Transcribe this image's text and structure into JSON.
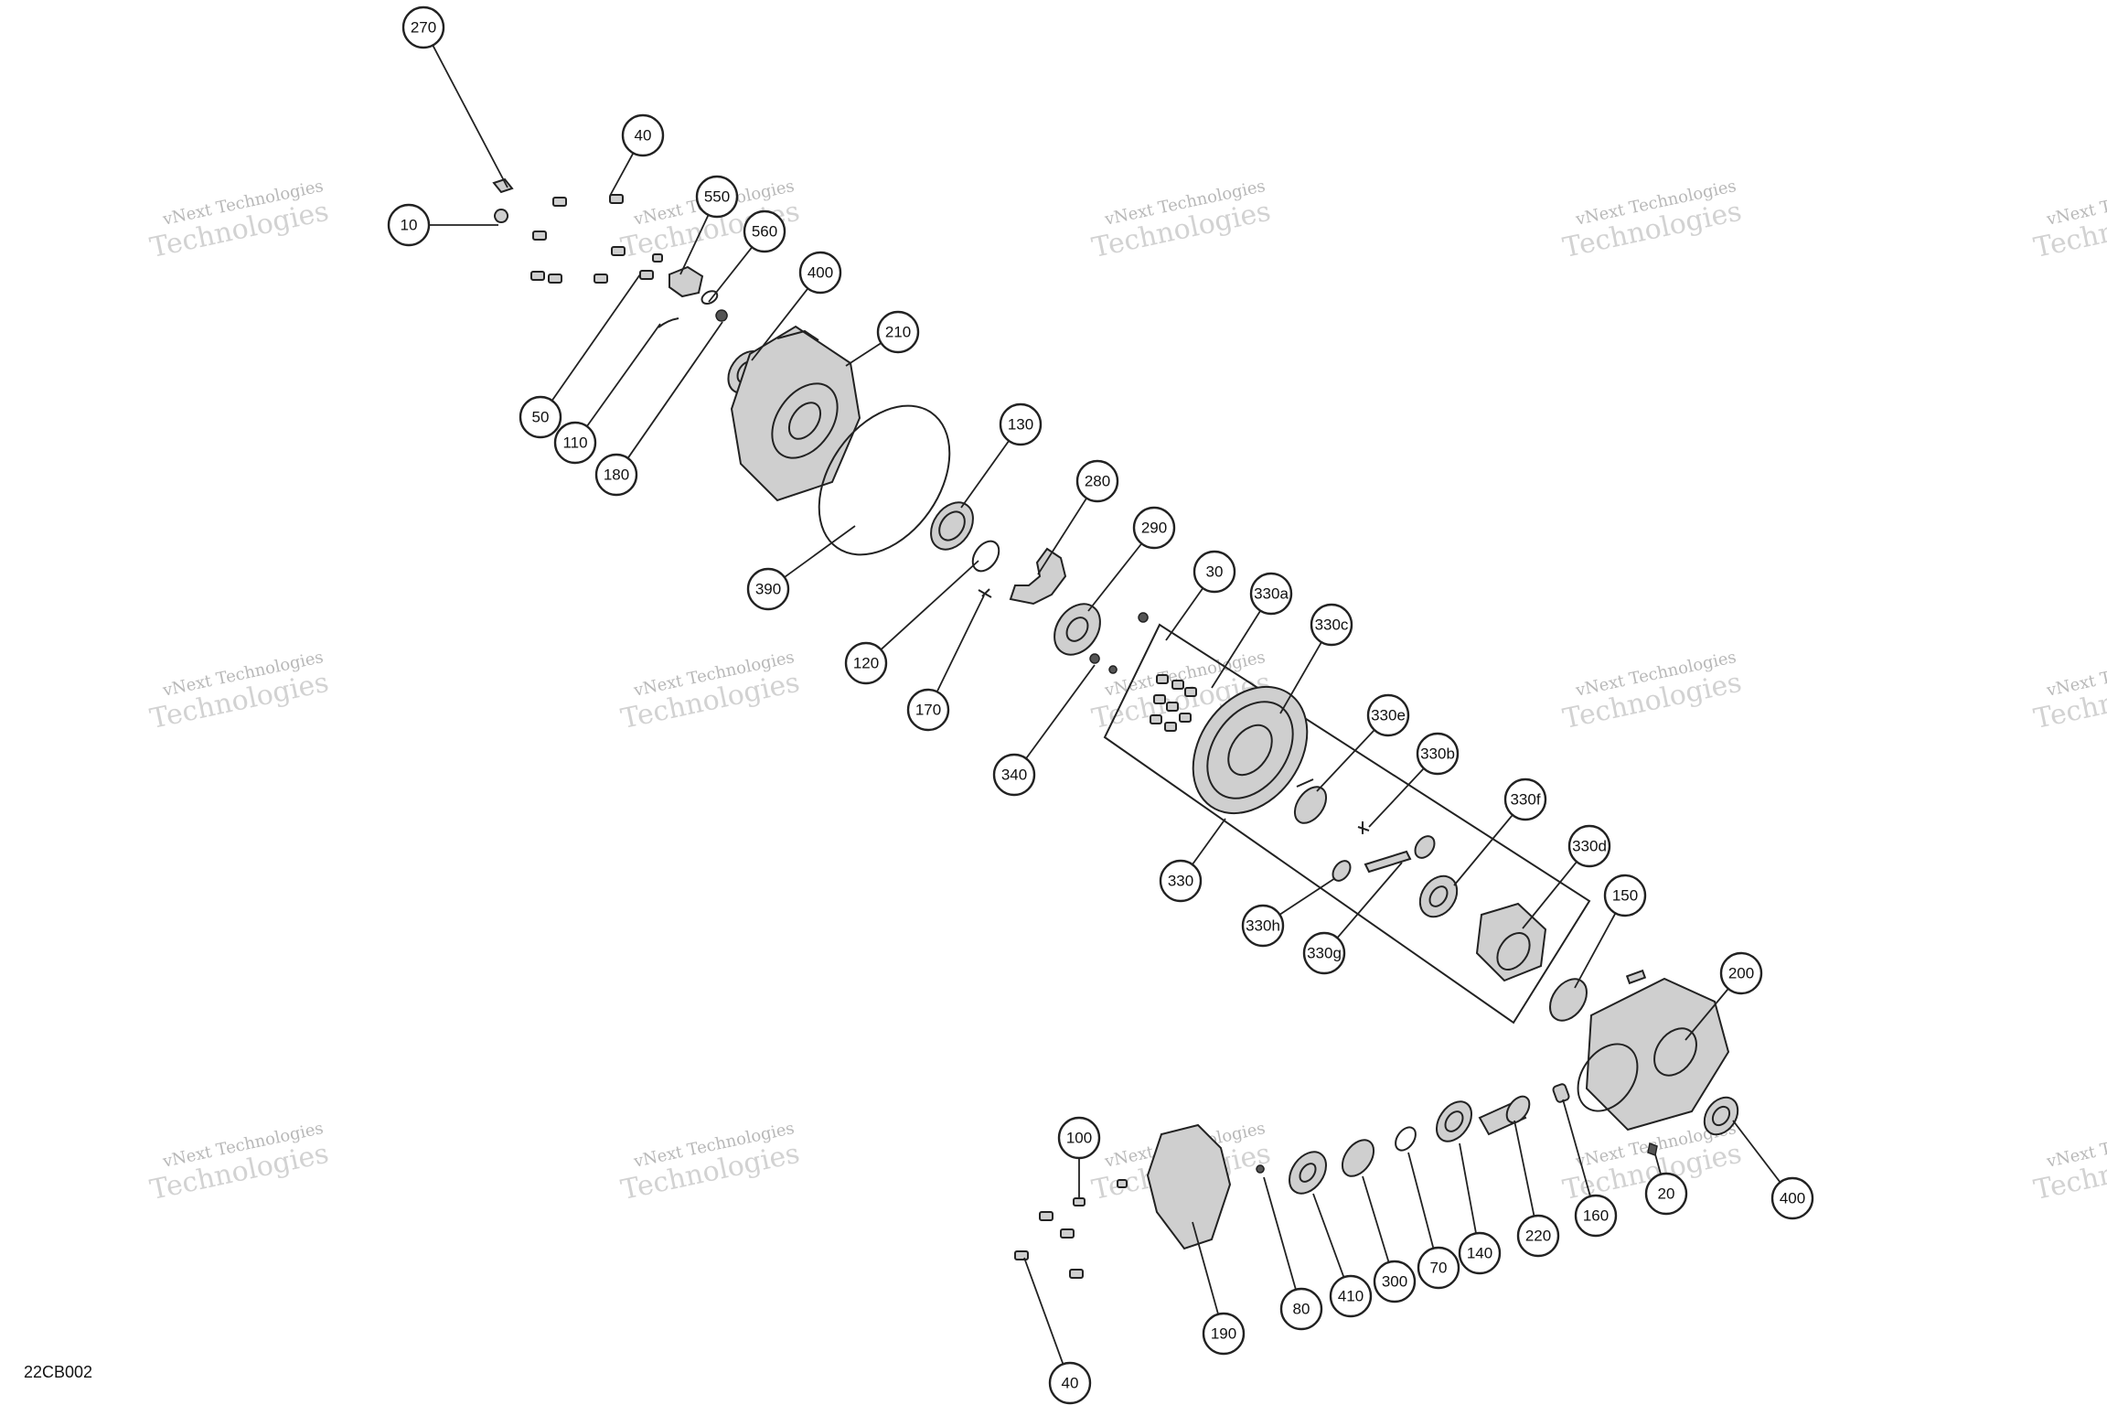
{
  "diagram_code": "22CB002",
  "watermark": {
    "line1": "vNext Technologies",
    "line2": "Technologies"
  },
  "callouts": [
    {
      "label": "270"
    },
    {
      "label": "40"
    },
    {
      "label": "10"
    },
    {
      "label": "550"
    },
    {
      "label": "560"
    },
    {
      "label": "400"
    },
    {
      "label": "210"
    },
    {
      "label": "50"
    },
    {
      "label": "110"
    },
    {
      "label": "180"
    },
    {
      "label": "130"
    },
    {
      "label": "280"
    },
    {
      "label": "290"
    },
    {
      "label": "390"
    },
    {
      "label": "120"
    },
    {
      "label": "170"
    },
    {
      "label": "30"
    },
    {
      "label": "330a"
    },
    {
      "label": "330c"
    },
    {
      "label": "330e"
    },
    {
      "label": "330b"
    },
    {
      "label": "340"
    },
    {
      "label": "330f"
    },
    {
      "label": "330d"
    },
    {
      "label": "330"
    },
    {
      "label": "330h"
    },
    {
      "label": "330g"
    },
    {
      "label": "150"
    },
    {
      "label": "200"
    },
    {
      "label": "100"
    },
    {
      "label": "20"
    },
    {
      "label": "400"
    },
    {
      "label": "160"
    },
    {
      "label": "220"
    },
    {
      "label": "140"
    },
    {
      "label": "70"
    },
    {
      "label": "300"
    },
    {
      "label": "410"
    },
    {
      "label": "80"
    },
    {
      "label": "190"
    },
    {
      "label": "40"
    }
  ]
}
